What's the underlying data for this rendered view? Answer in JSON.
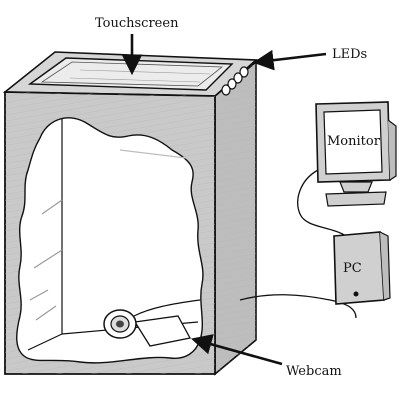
{
  "labels": {
    "touchscreen": "Touchscreen",
    "leds": "LEDs",
    "monitor": "Monitor",
    "pc": "PC",
    "webcam": "Webcam"
  },
  "colors": {
    "ink": "#111111",
    "box_shade": "#c9c9c9",
    "box_shade_light": "#dcdcdc",
    "interior": "#ffffff",
    "screen": "#e4e4e4"
  },
  "icons": {
    "box": "cardboard-box-enclosure",
    "touchscreen": "touchscreen-panel",
    "leds": "led-strip",
    "monitor": "crt-monitor",
    "pc": "pc-tower",
    "webcam": "webcam"
  }
}
